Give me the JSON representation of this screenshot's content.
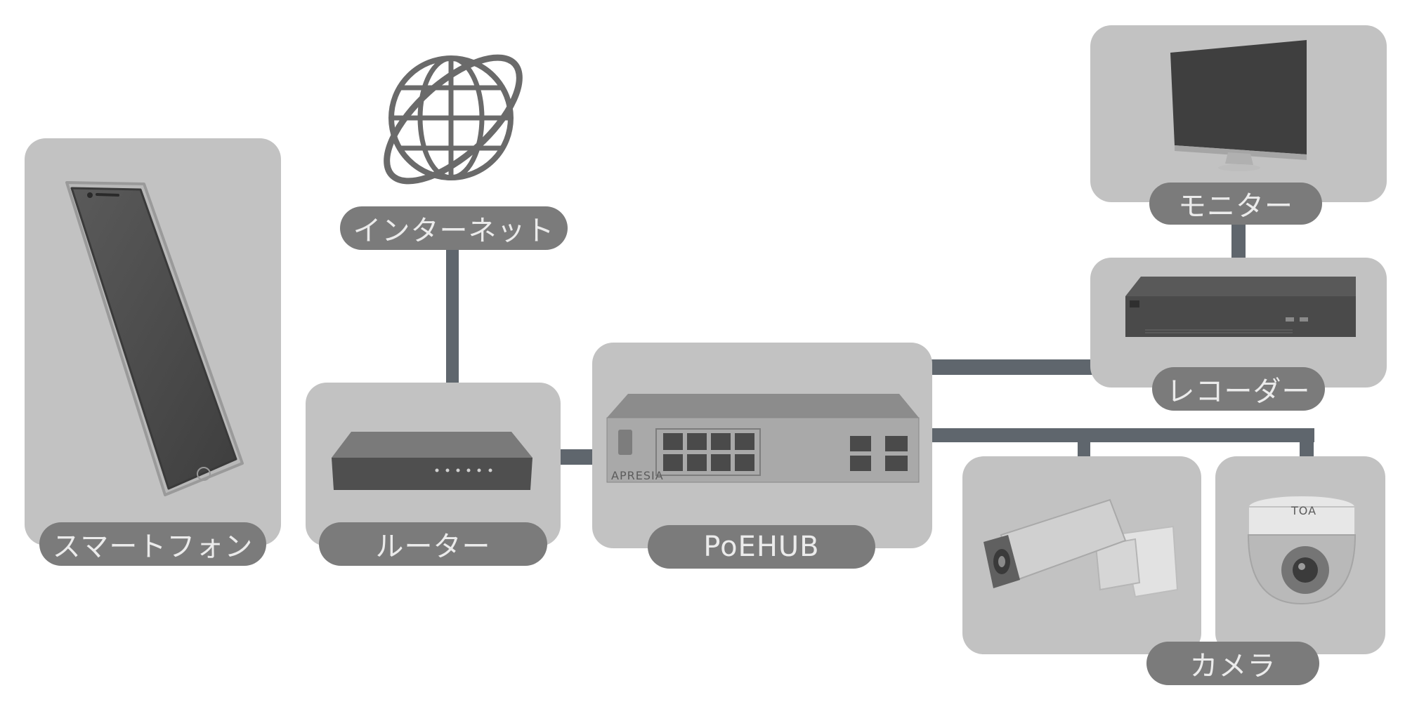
{
  "colors": {
    "card": "#c2c2c2",
    "pill": "#7b7b7b",
    "pill_text": "#ebebeb",
    "connector": "#5f666d"
  },
  "nodes": {
    "internet": {
      "label": "インターネット",
      "icon": "globe-icon"
    },
    "smartphone": {
      "label": "スマートフォン",
      "icon": "smartphone-icon"
    },
    "router": {
      "label": "ルーター",
      "icon": "router-icon"
    },
    "poehub": {
      "label": "PoEHUB",
      "icon": "switch-icon",
      "brand": "APRESIA"
    },
    "monitor": {
      "label": "モニター",
      "icon": "monitor-icon"
    },
    "recorder": {
      "label": "レコーダー",
      "icon": "recorder-icon"
    },
    "camera": {
      "label": "カメラ",
      "icon": "camera-icon",
      "brand": "TOA"
    }
  }
}
